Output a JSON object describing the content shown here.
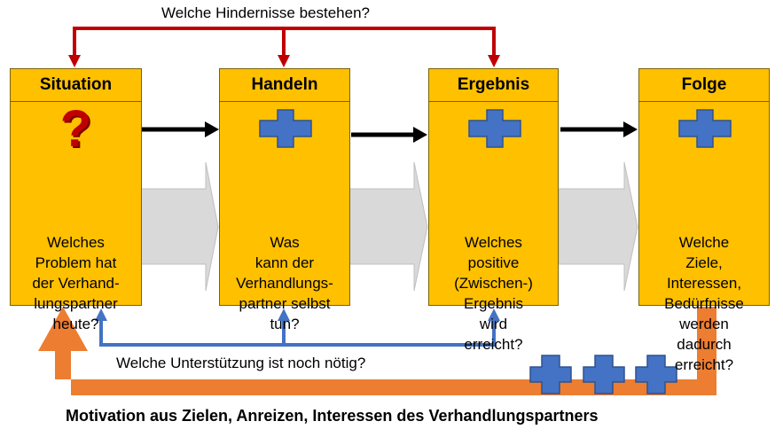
{
  "colors": {
    "box_fill": "#FFC000",
    "top_loop": "#C00000",
    "bottom_loop": "#4472C4",
    "motivation_arrow": "#ED7D31",
    "plus": "#4472C4",
    "question": "#C00000",
    "flow_arrow": "#D9D9D9"
  },
  "boxes": [
    {
      "title": "Situation",
      "icon": "question-mark-icon",
      "text": "Welches\nProblem hat\nder Verhand-\nlungspartner\nheute?"
    },
    {
      "title": "Handeln",
      "icon": "plus-icon",
      "text": "Was\nkann der\nVerhandlungs-\npartner selbst\ntun?"
    },
    {
      "title": "Ergebnis",
      "icon": "plus-icon",
      "text": "Welches\npositive\n(Zwischen-)\nErgebnis\nwird\nerreicht?"
    },
    {
      "title": "Folge",
      "icon": "plus-icon",
      "text": "Welche\nZiele,\nInteressen,\nBedürfnisse\nwerden\ndadurch\nerreicht?"
    }
  ],
  "labels": {
    "top_question": "Welche Hindernisse bestehen?",
    "bottom_question": "Welche Unterstützung ist noch nötig?",
    "motivation": "Motivation aus Zielen, Anreizen, Interessen des Verhandlungspartners"
  },
  "question_glyph": "?"
}
